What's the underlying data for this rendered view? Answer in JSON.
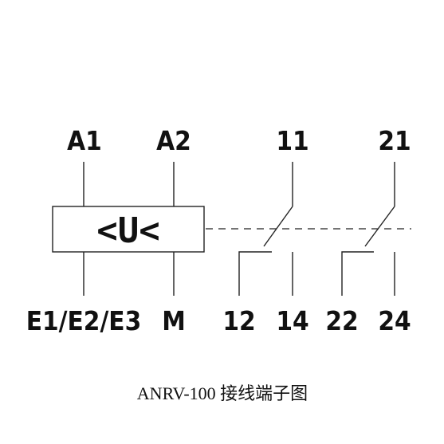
{
  "diagram": {
    "terminals": {
      "a1": "A1",
      "a2": "A2",
      "t11": "11",
      "t21": "21",
      "e123": "E1/E2/E3",
      "m": "M",
      "t12": "12",
      "t14": "14",
      "t22": "22",
      "t24": "24"
    },
    "relay_box_label": "<U<",
    "caption": "ANRV-100 接线端子图"
  }
}
